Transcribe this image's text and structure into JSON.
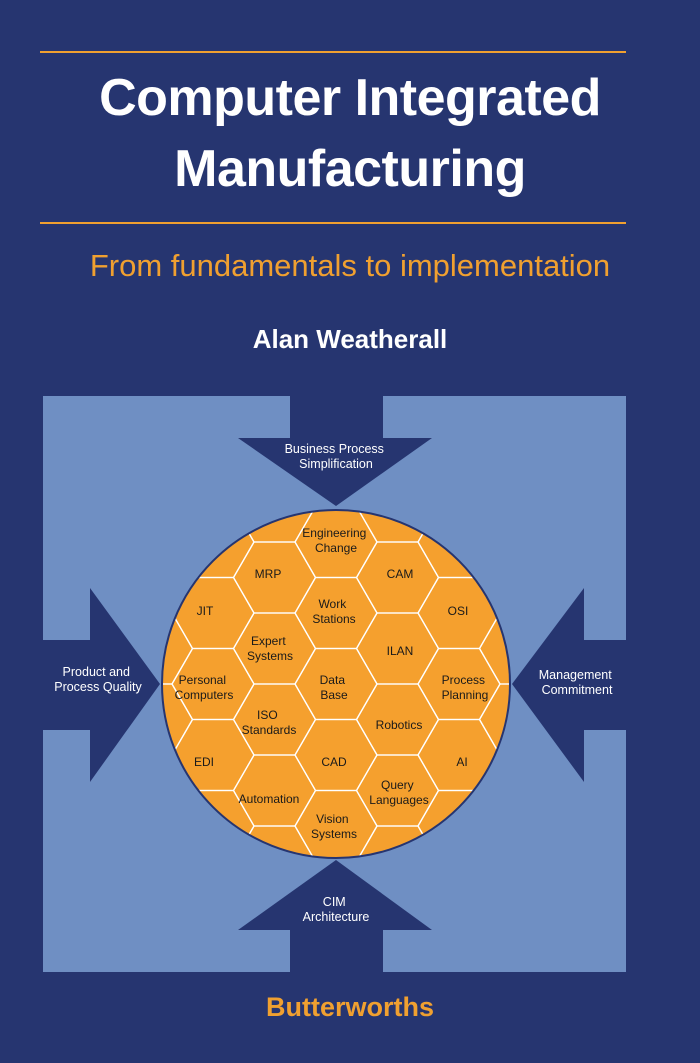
{
  "cover": {
    "title_line1": "Computer Integrated",
    "title_line2": "Manufacturing",
    "subtitle": "From fundamentals to implementation",
    "author": "Alan Weatherall",
    "publisher": "Butterworths"
  },
  "colors": {
    "background": "#263570",
    "accent": "#f0a030",
    "light_panel": "#6f8fc3",
    "arrow": "#263570",
    "circle_fill": "#f5a02e"
  },
  "diagram": {
    "arrow_top": [
      "Business Process",
      "Simplification"
    ],
    "arrow_left": [
      "Product and",
      "Process Quality"
    ],
    "arrow_right": [
      "Management",
      "Commitment"
    ],
    "arrow_bottom": [
      "CIM",
      "Architecture"
    ],
    "cells": {
      "engineering_change": [
        "Engineering",
        "Change"
      ],
      "mrp": [
        "MRP"
      ],
      "cam": [
        "CAM"
      ],
      "jit": [
        "JIT"
      ],
      "work_stations": [
        "Work",
        "Stations"
      ],
      "osi": [
        "OSI"
      ],
      "expert_systems": [
        "Expert",
        "Systems"
      ],
      "ilan": [
        "ILAN"
      ],
      "personal_computers": [
        "Personal",
        "Computers"
      ],
      "data_base": [
        "Data",
        "Base"
      ],
      "process_planning": [
        "Process",
        "Planning"
      ],
      "iso_standards": [
        "ISO",
        "Standards"
      ],
      "robotics": [
        "Robotics"
      ],
      "edi": [
        "EDI"
      ],
      "cad": [
        "CAD"
      ],
      "ai": [
        "AI"
      ],
      "automation": [
        "Automation"
      ],
      "query_languages": [
        "Query",
        "Languages"
      ],
      "vision_systems": [
        "Vision",
        "Systems"
      ]
    }
  }
}
